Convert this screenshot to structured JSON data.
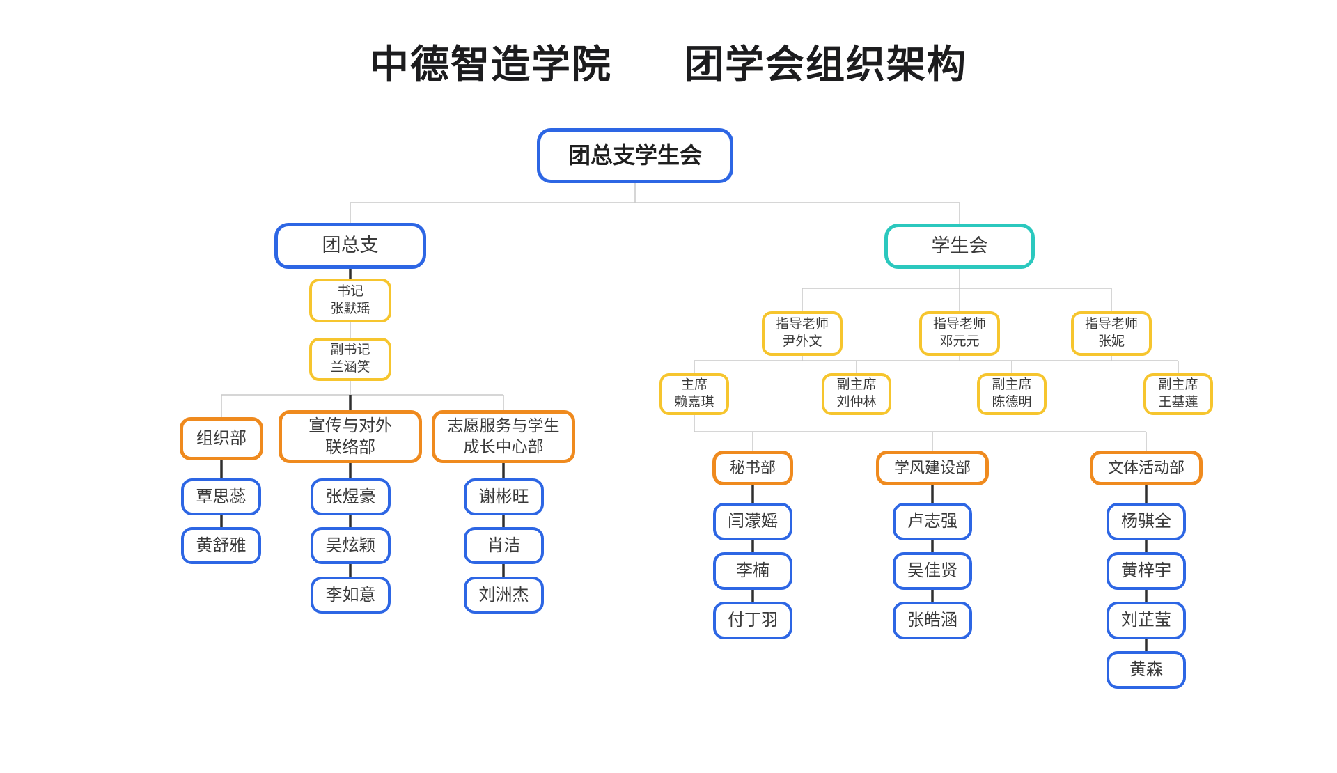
{
  "title": {
    "part1": "中德智造学院",
    "part2": "团学会组织架构"
  },
  "palette": {
    "blue": "#2D66E4",
    "teal": "#2BC8BE",
    "yellow": "#F6C52E",
    "orange": "#EF8A1E",
    "text": "#3A3A3A",
    "connector_gray": "#C9C9C9",
    "connector_dark": "#2F2F2F"
  },
  "org": {
    "root": "团总支学生会",
    "league": {
      "name": "团总支",
      "secretary": "书记\n张默瑶",
      "deputy_secretary": "副书记\n兰涵笑",
      "departments": [
        {
          "name": "组织部",
          "members": [
            "覃思蕊",
            "黄舒雅"
          ]
        },
        {
          "name": "宣传与对外\n联络部",
          "members": [
            "张煜豪",
            "吴炫颖",
            "李如意"
          ]
        },
        {
          "name": "志愿服务与学生\n成长中心部",
          "members": [
            "谢彬旺",
            "肖洁",
            "刘洲杰"
          ]
        }
      ]
    },
    "student_union": {
      "name": "学生会",
      "advisors": [
        "指导老师\n尹外文",
        "指导老师\n邓元元",
        "指导老师\n张妮"
      ],
      "executives": [
        "主席\n赖嘉琪",
        "副主席\n刘仲林",
        "副主席\n陈德明",
        "副主席\n王基莲"
      ],
      "departments": [
        {
          "name": "秘书部",
          "members": [
            "闫濛媱",
            "李楠",
            "付丁羽"
          ]
        },
        {
          "name": "学风建设部",
          "members": [
            "卢志强",
            "吴佳贤",
            "张皓涵"
          ]
        },
        {
          "name": "文体活动部",
          "members": [
            "杨骐全",
            "黄梓宇",
            "刘芷莹",
            "黄森"
          ]
        }
      ]
    }
  }
}
